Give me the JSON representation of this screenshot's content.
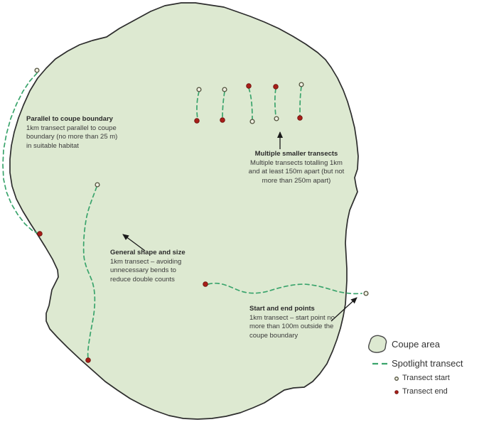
{
  "annotations": {
    "parallel": {
      "title": "Parallel to coupe boundary",
      "body": "1km transect parallel to coupe\nboundary (no more than 25 m)\nin suitable habitat"
    },
    "multiple": {
      "title": "Multiple smaller transects",
      "body": "Multiple transects totalling 1km\nand at least 150m apart (but not\nmore than 250m apart)"
    },
    "shape": {
      "title": "General shape and size",
      "body": "1km transect – avoiding\nunnecessary bends to\nreduce double counts"
    },
    "start_end": {
      "title": "Start and end points",
      "body": "1km transect – start point no\nmore than 100m outside the\ncoupe boundary"
    }
  },
  "legend": {
    "coupe": "Coupe area",
    "transect": "Spotlight transect",
    "start": "Transect start",
    "end": "Transect end"
  },
  "colors": {
    "coupe_fill": "#dde9d1",
    "coupe_stroke": "#2d2d2d",
    "transect_green": "#3aa46c",
    "start_fill": "#f0f0e2",
    "start_stroke": "#50503c",
    "end_fill": "#a81e19",
    "end_stroke": "#6e130e",
    "arrow_color": "#1a1a1a",
    "legend_blob_stroke": "#4a4a4a",
    "text_color": "#3b3b3b"
  }
}
